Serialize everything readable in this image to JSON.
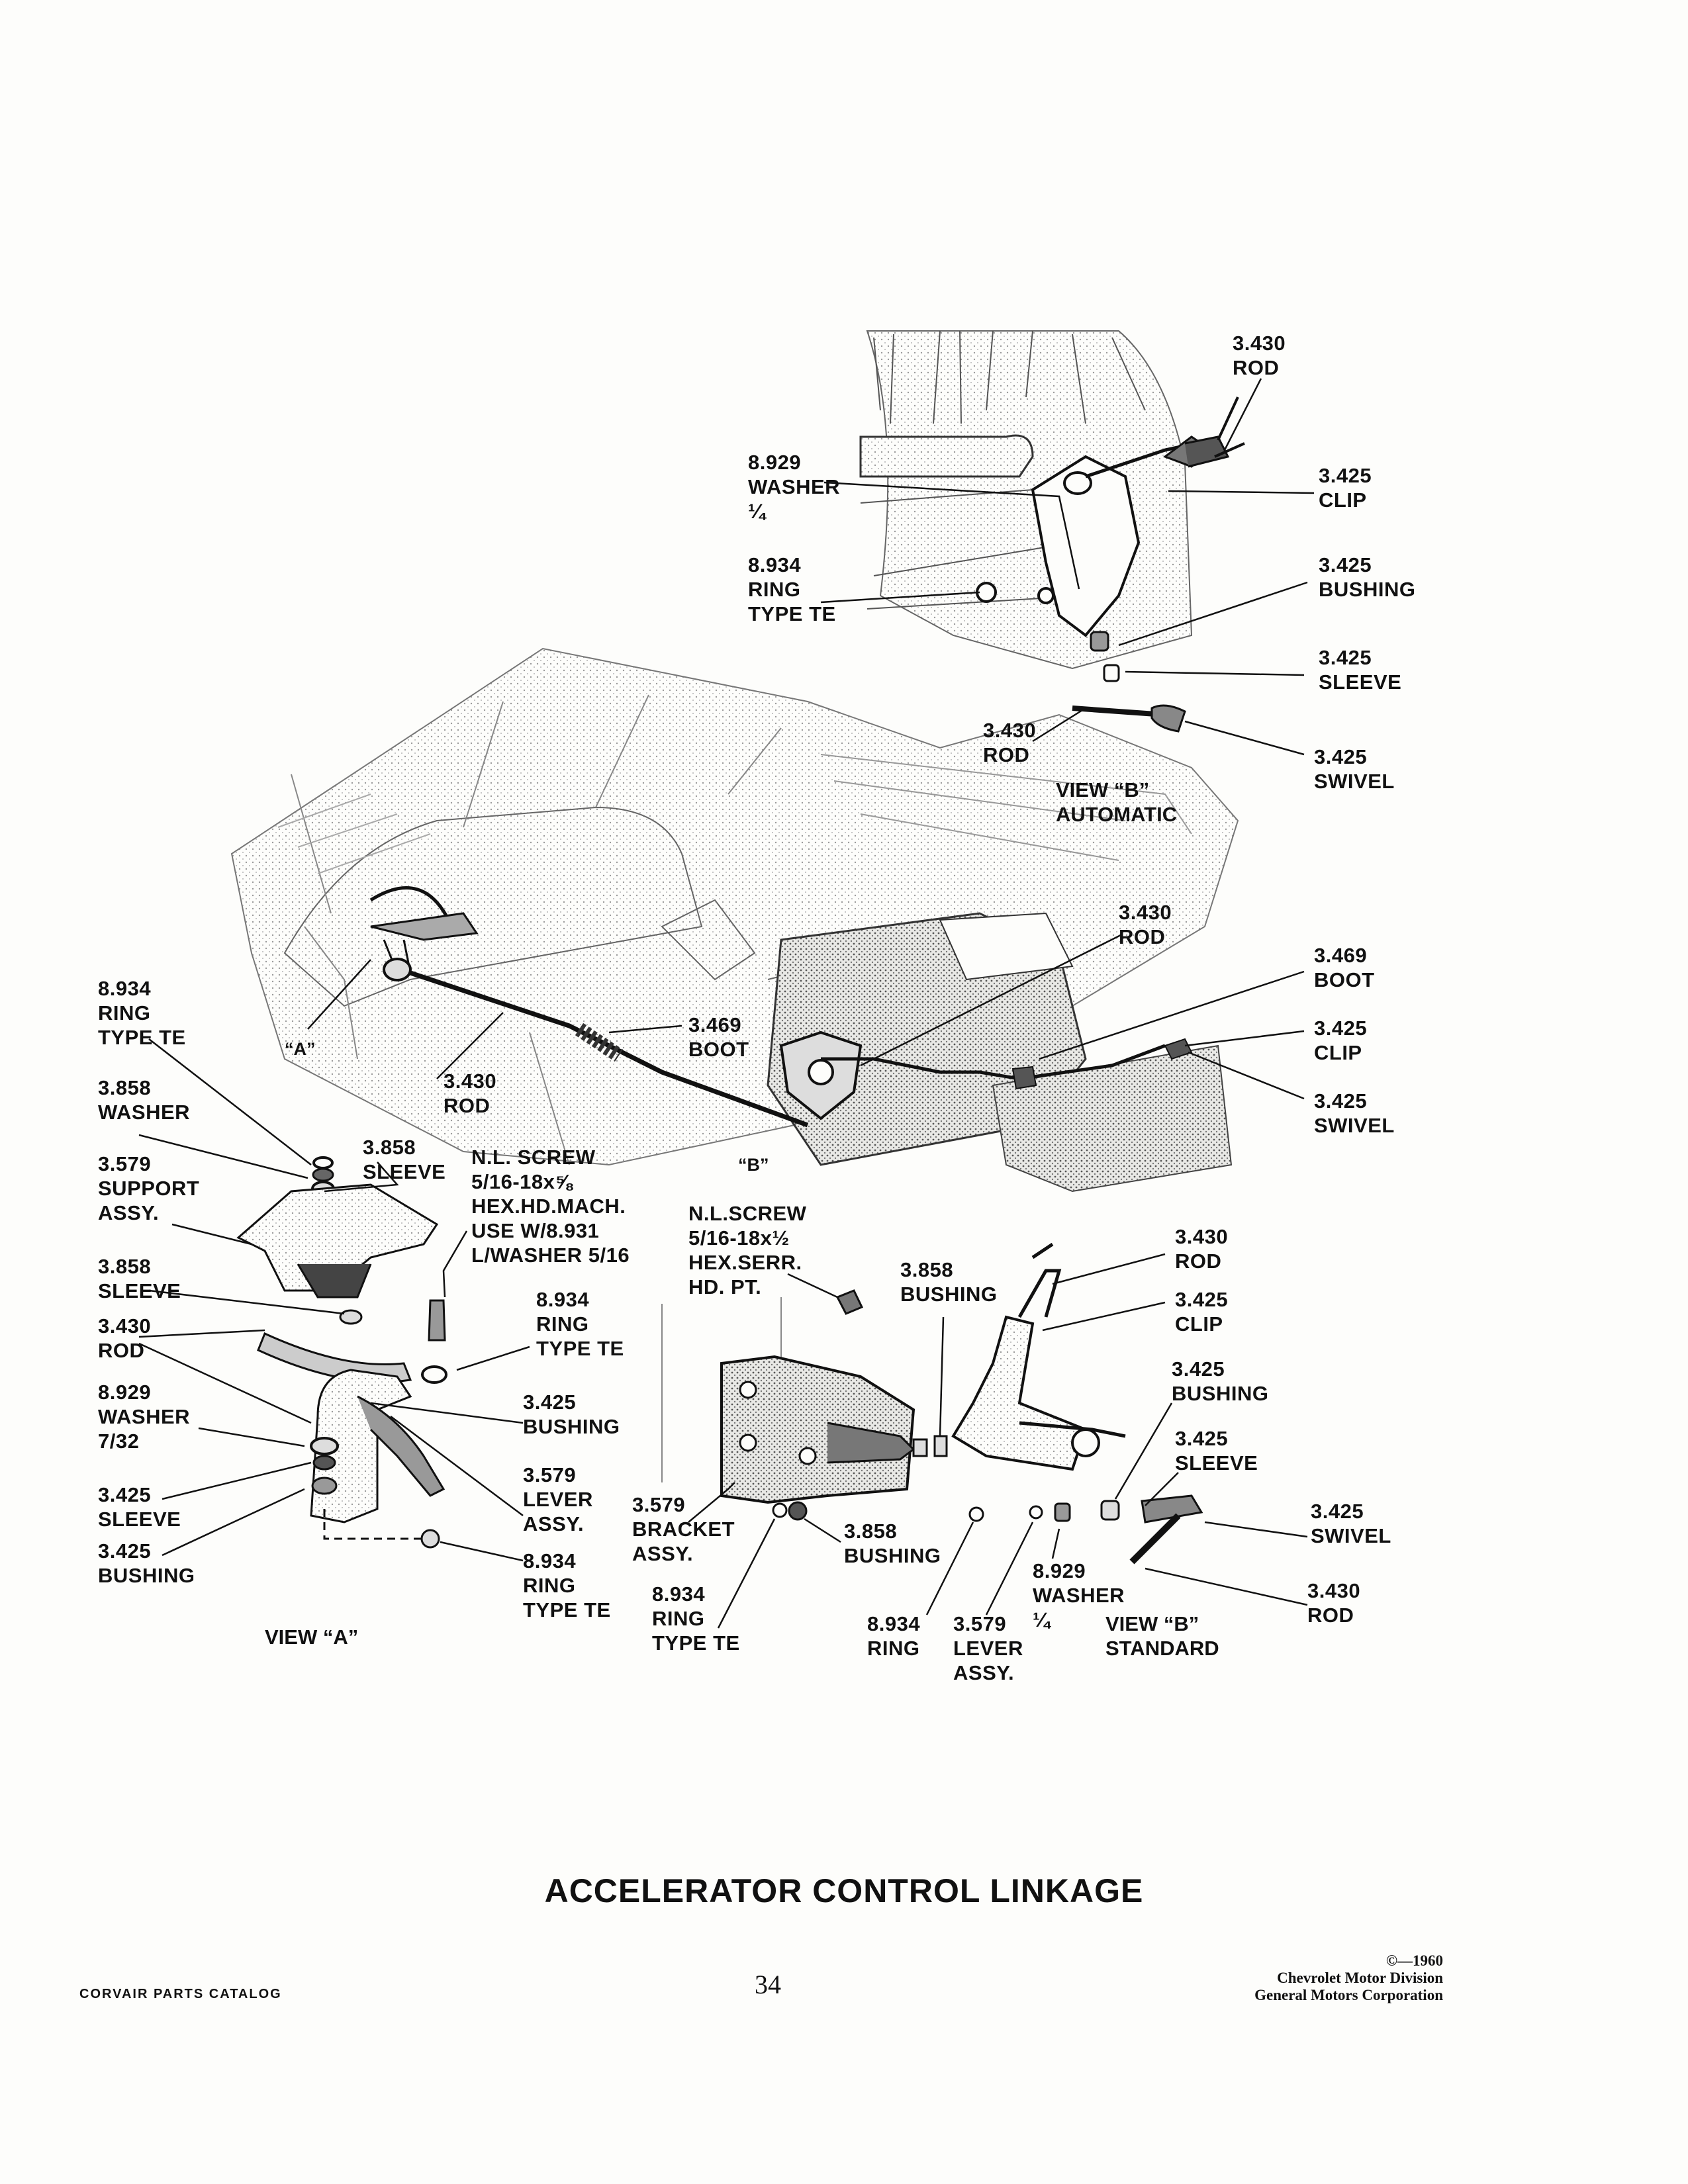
{
  "callouts": {
    "b_auto_rod_top": [
      "3.430",
      "ROD"
    ],
    "b_auto_clip": [
      "3.425",
      "CLIP"
    ],
    "b_auto_washer": [
      "8.929",
      "WASHER",
      "¼"
    ],
    "b_auto_ring": [
      "8.934",
      "RING",
      "TYPE TE"
    ],
    "b_auto_bushing": [
      "3.425",
      "BUSHING"
    ],
    "b_auto_sleeve": [
      "3.425",
      "SLEEVE"
    ],
    "b_auto_rod": [
      "3.430",
      "ROD"
    ],
    "b_auto_swivel": [
      "3.425",
      "SWIVEL"
    ],
    "main_rod_right": [
      "3.430",
      "ROD"
    ],
    "main_boot_right": [
      "3.469",
      "BOOT"
    ],
    "main_clip": [
      "3.425",
      "CLIP"
    ],
    "main_swivel": [
      "3.425",
      "SWIVEL"
    ],
    "main_boot_center": [
      "3.469",
      "BOOT"
    ],
    "main_rod_center": [
      "3.430",
      "ROD"
    ],
    "a_ring_top": [
      "8.934",
      "RING",
      "TYPE TE"
    ],
    "a_washer": [
      "3.858",
      "WASHER"
    ],
    "a_sleeve_top": [
      "3.858",
      "SLEEVE"
    ],
    "a_support": [
      "3.579",
      "SUPPORT",
      "ASSY."
    ],
    "a_nl_screw": [
      "N.L. SCREW",
      "5/16-18x⅝",
      "HEX.HD.MACH.",
      "USE W/8.931",
      "L/WASHER 5/16"
    ],
    "a_sleeve": [
      "3.858",
      "SLEEVE"
    ],
    "a_rod": [
      "3.430",
      "ROD"
    ],
    "a_ring_mid": [
      "8.934",
      "RING",
      "TYPE TE"
    ],
    "a_washer_732": [
      "8.929",
      "WASHER",
      "7/32"
    ],
    "a_bushing_right": [
      "3.425",
      "BUSHING"
    ],
    "a_lever": [
      "3.579",
      "LEVER",
      "ASSY."
    ],
    "a_sleeve_low": [
      "3.425",
      "SLEEVE"
    ],
    "a_bushing_low": [
      "3.425",
      "BUSHING"
    ],
    "a_ring_low": [
      "8.934",
      "RING",
      "TYPE TE"
    ],
    "b_std_nl_screw": [
      "N.L.SCREW",
      "5/16-18x½",
      "HEX.SERR.",
      "HD. PT."
    ],
    "b_std_bushing_top": [
      "3.858",
      "BUSHING"
    ],
    "b_std_rod_top": [
      "3.430",
      "ROD"
    ],
    "b_std_clip": [
      "3.425",
      "CLIP"
    ],
    "b_std_bushing_right": [
      "3.425",
      "BUSHING"
    ],
    "b_std_sleeve": [
      "3.425",
      "SLEEVE"
    ],
    "b_std_swivel": [
      "3.425",
      "SWIVEL"
    ],
    "b_std_rod": [
      "3.430",
      "ROD"
    ],
    "b_std_bracket": [
      "3.579",
      "BRACKET",
      "ASSY."
    ],
    "b_std_bushing_low": [
      "3.858",
      "BUSHING"
    ],
    "b_std_ring_left": [
      "8.934",
      "RING",
      "TYPE TE"
    ],
    "b_std_ring": [
      "8.934",
      "RING"
    ],
    "b_std_lever": [
      "3.579",
      "LEVER",
      "ASSY."
    ],
    "b_std_washer": [
      "8.929",
      "WASHER",
      "¼"
    ]
  },
  "views": {
    "b_automatic": [
      "VIEW “B”",
      "AUTOMATIC"
    ],
    "b_standard": [
      "VIEW “B”",
      "STANDARD"
    ],
    "a": "VIEW “A”"
  },
  "markers": {
    "a": "“A”",
    "b": "“B”"
  },
  "title": "ACCELERATOR CONTROL LINKAGE",
  "page_number": "34",
  "catalog_name": "CORVAIR PARTS CATALOG",
  "copyright": [
    "©—1960",
    "Chevrolet Motor Division",
    "General Motors Corporation"
  ]
}
